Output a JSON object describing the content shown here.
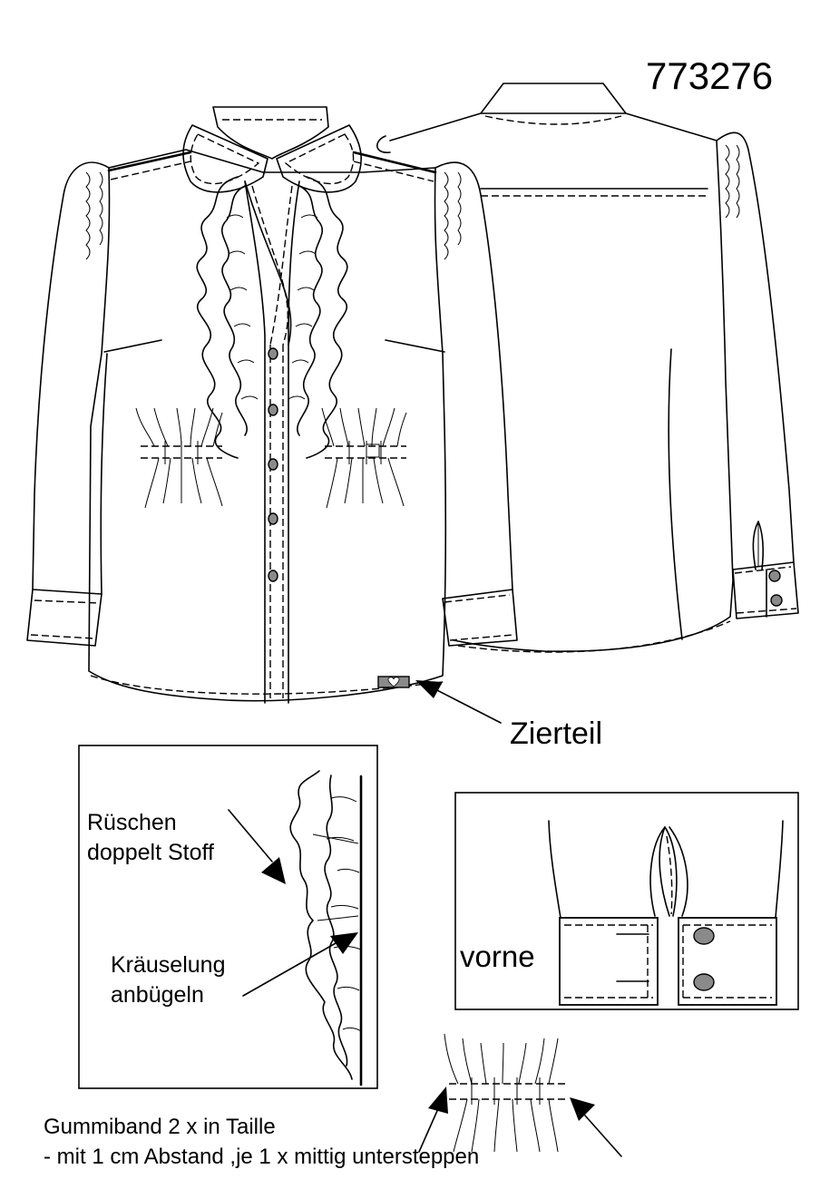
{
  "model_number": "773276",
  "callouts": {
    "decoration": "Zierteil",
    "ruffle_line1": "Rüschen",
    "ruffle_line2": "doppelt Stoff",
    "gathering_line1": "Kräuselung",
    "gathering_line2": "anbügeln",
    "cuff_front": "vorne"
  },
  "notes": {
    "line1": "Gummiband 2 x in Taille",
    "line2": "- mit 1 cm Abstand ,je 1 x mittig untersteppen"
  },
  "colors": {
    "outline": "#000000",
    "button_fill": "#8a8a8a",
    "background": "#ffffff"
  }
}
